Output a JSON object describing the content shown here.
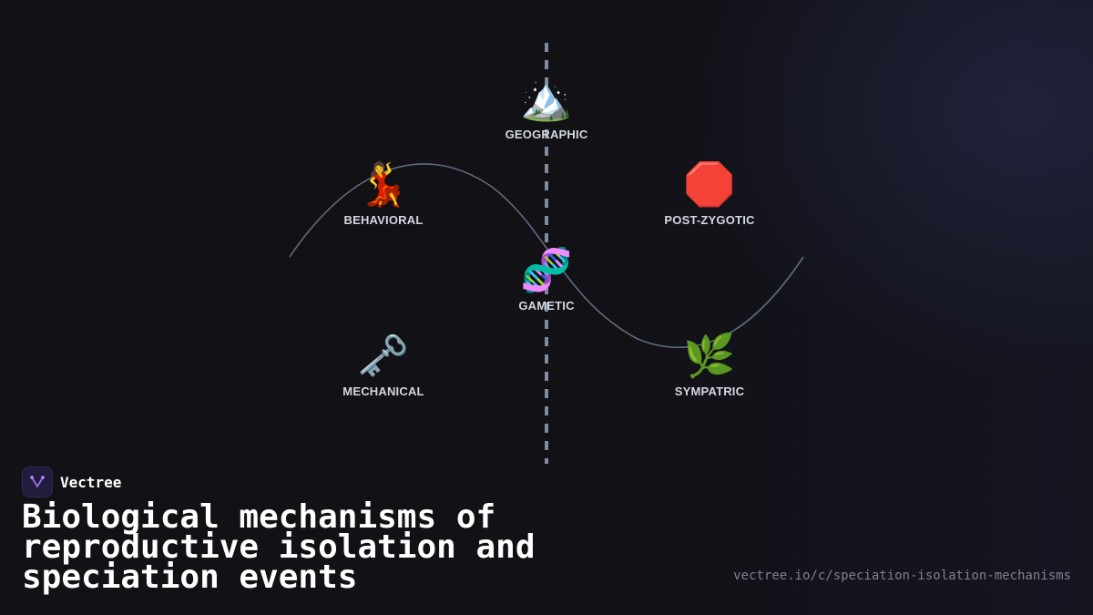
{
  "diagram": {
    "nodes": [
      {
        "id": "geographic",
        "label": "GEOGRAPHIC",
        "icon": "🏔️",
        "icon_name": "snow-capped-mountain-icon"
      },
      {
        "id": "behavioral",
        "label": "BEHAVIORAL",
        "icon": "💃",
        "icon_name": "dancer-icon"
      },
      {
        "id": "post-zygotic",
        "label": "POST-ZYGOTIC",
        "icon": "🛑",
        "icon_name": "stop-sign-icon"
      },
      {
        "id": "gametic",
        "label": "GAMETIC",
        "icon": "🧬",
        "icon_name": "dna-icon"
      },
      {
        "id": "mechanical",
        "label": "MECHANICAL",
        "icon": "🗝️",
        "icon_name": "key-icon"
      },
      {
        "id": "sympatric",
        "label": "SYMPATRIC",
        "icon": "🌿",
        "icon_name": "herb-icon"
      }
    ],
    "colors": {
      "curve": "#5f6b7e",
      "axis": "#7f8ca0",
      "label": "#d4d8e2",
      "background": "#111116"
    }
  },
  "footer": {
    "brand_name": "Vectree",
    "title": "Biological mechanisms of reproductive isolation and speciation events",
    "url": "vectree.io/c/speciation-isolation-mechanisms"
  }
}
